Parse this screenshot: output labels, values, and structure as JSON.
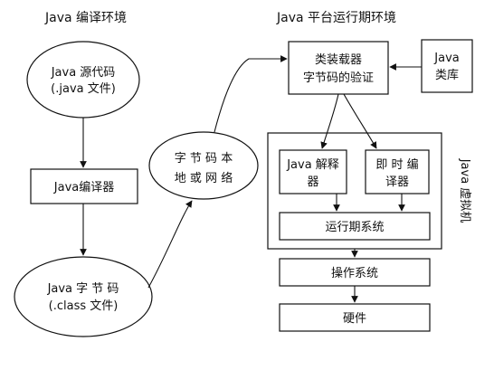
{
  "headings": {
    "compile_env": "Java 编译环境",
    "runtime_env": "Java 平台运行期环境"
  },
  "nodes": {
    "source_code": {
      "line1": "Java 源代码",
      "line2": "(.java 文件)"
    },
    "compiler": "Java编译器",
    "bytecode_file": {
      "line1": "Java 字 节 码",
      "line2": "(.class 文件)"
    },
    "local_or_network": {
      "line1": "字 节 码 本",
      "line2": "地 或 网 络"
    },
    "class_loader": {
      "line1": "类装载器",
      "line2": "字节码的验证"
    },
    "java_library": {
      "line1": "Java",
      "line2": "类库"
    },
    "interpreter": {
      "line1": "Java 解释",
      "line2": "器"
    },
    "jit": {
      "line1": "即 时 编",
      "line2": "译器"
    },
    "runtime_system": "运行期系统",
    "jvm_label": "Java 虚拟机",
    "os": "操作系统",
    "hardware": "硬件"
  },
  "colors": {
    "stroke": "#111111",
    "background": "#ffffff"
  }
}
